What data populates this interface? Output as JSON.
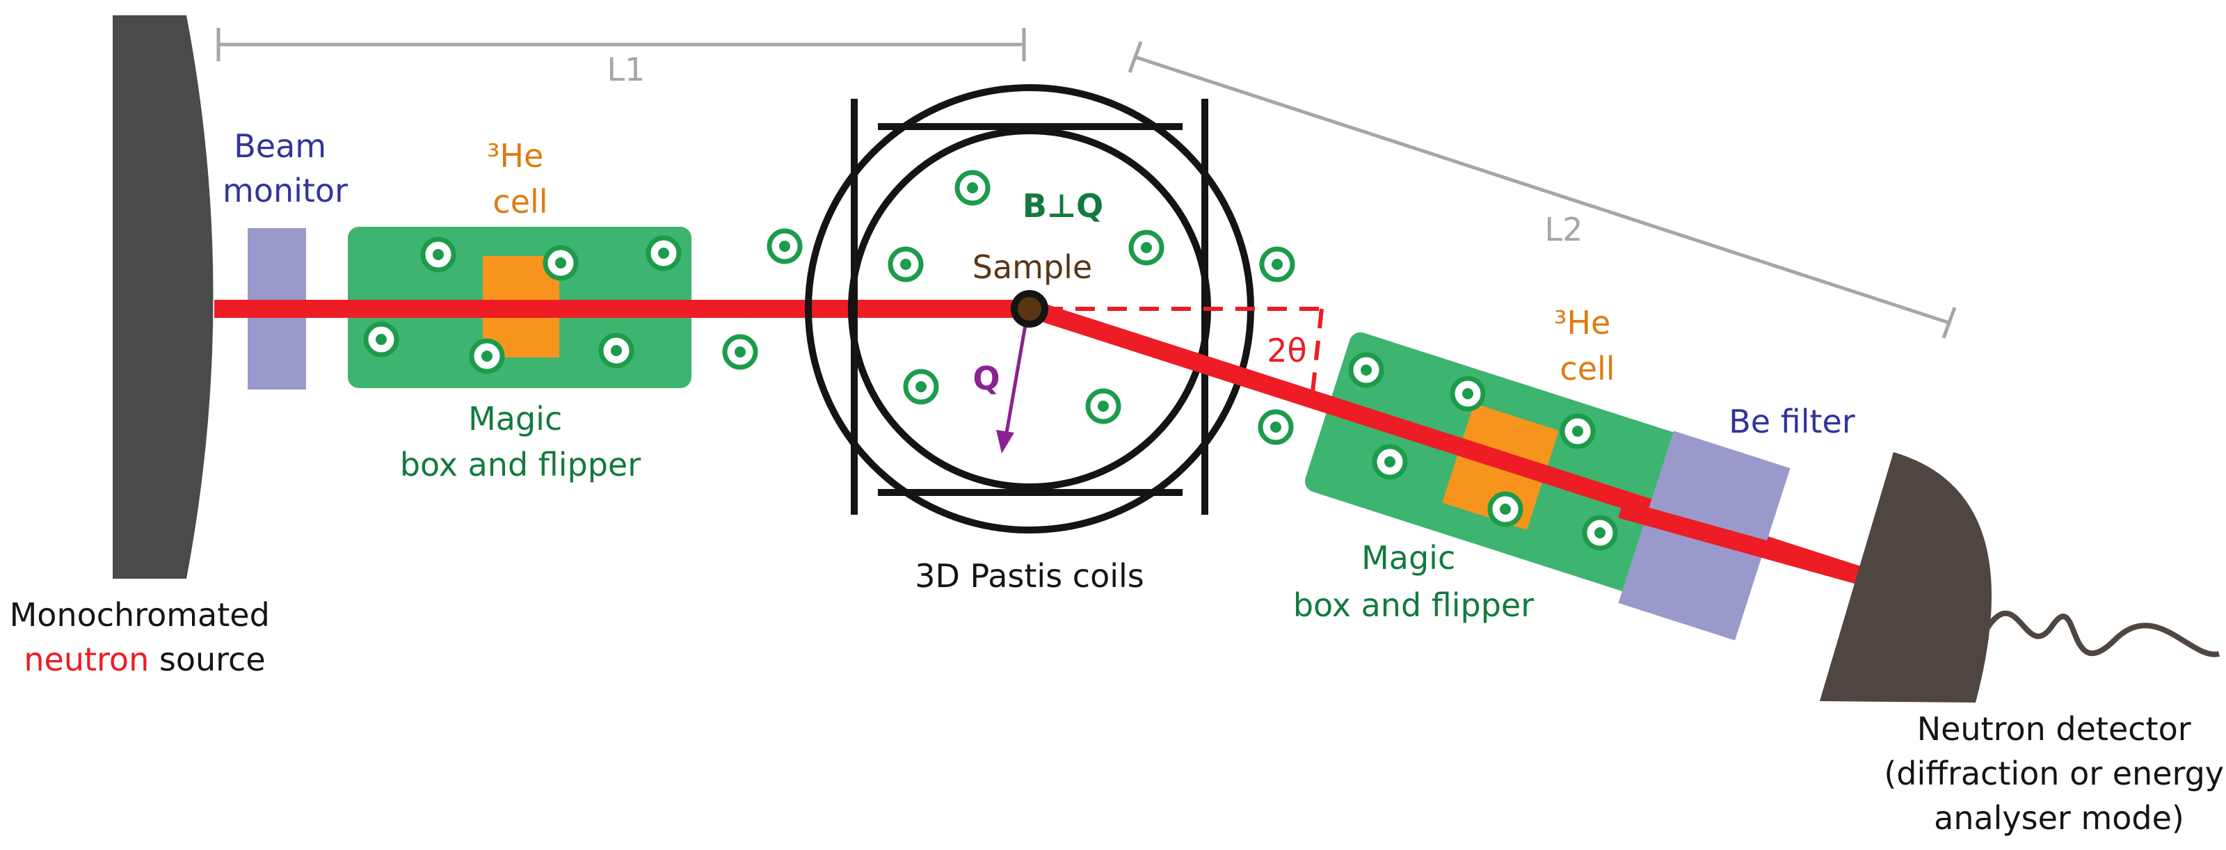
{
  "labels": {
    "l1": "L1",
    "l2": "L2",
    "beam_monitor_line1": "Beam",
    "beam_monitor_line2": "monitor",
    "he_cell_line1": "³He",
    "he_cell_line2": "cell",
    "magic_box_line1": "Magic",
    "magic_box_line2": "box and flipper",
    "b_perp_q": "B⊥Q",
    "sample": "Sample",
    "q": "Q",
    "two_theta": "2θ",
    "pastis": "3D Pastis coils",
    "source_line1": "Monochromated",
    "source_line2_red": "neutron",
    "source_line2_rest": " source",
    "be_filter": "Be filter",
    "detector_line1": "Neutron detector",
    "detector_line2": "(diffraction or energy",
    "detector_line3": "analyser mode)"
  },
  "colors": {
    "beam": "#ee1c24",
    "magic_box": "#3db46f",
    "he_cell": "#f7941d",
    "filter": "#9999cc",
    "field_symbol": "#1c9b4a",
    "source": "#4a4a4a",
    "detector": "#4f4541",
    "dimension": "#a6a6a6"
  },
  "icons": [
    "field-out-of-page-icon"
  ]
}
